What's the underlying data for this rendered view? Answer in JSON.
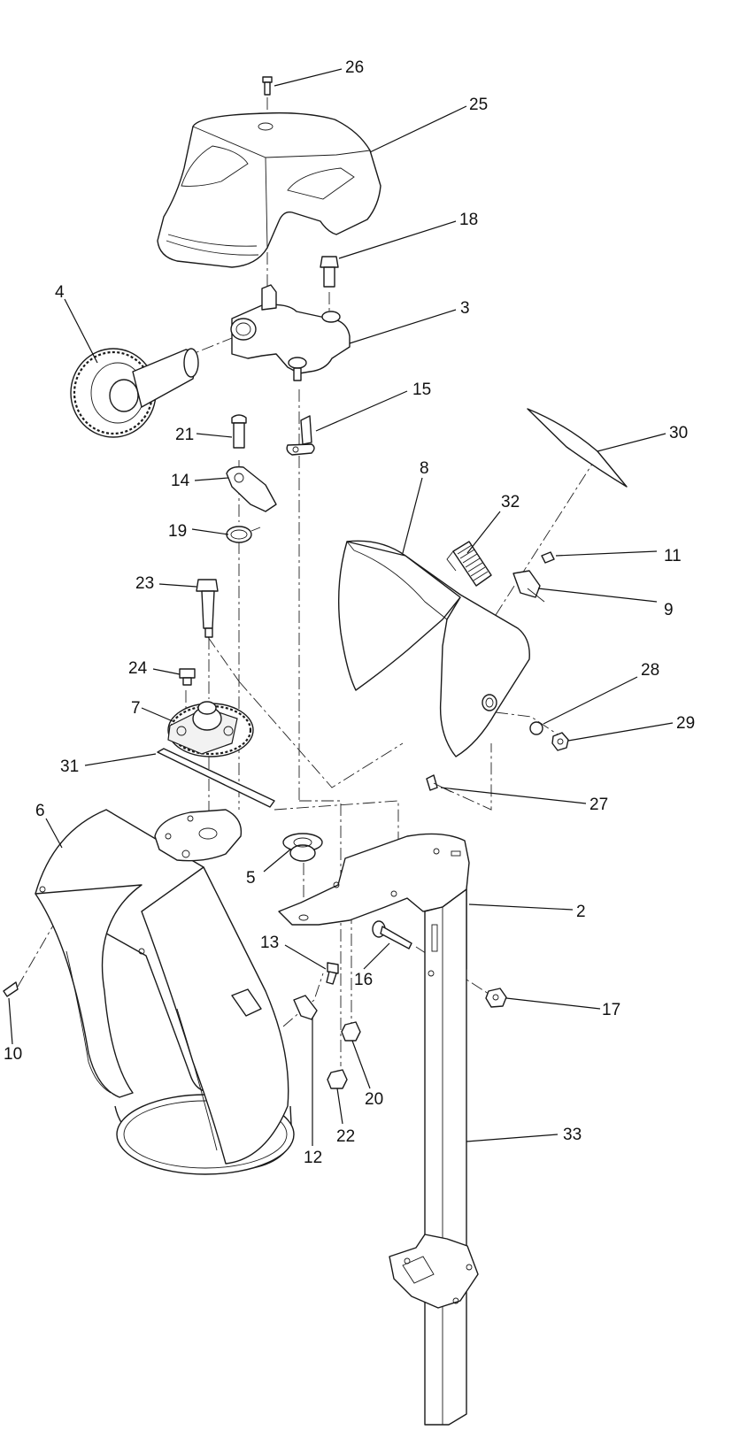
{
  "callouts": [
    {
      "id": "c26",
      "text": "26"
    },
    {
      "id": "c25",
      "text": "25"
    },
    {
      "id": "c18",
      "text": "18"
    },
    {
      "id": "c3",
      "text": "3"
    },
    {
      "id": "c4",
      "text": "4"
    },
    {
      "id": "c15",
      "text": "15"
    },
    {
      "id": "c21",
      "text": "21"
    },
    {
      "id": "c14",
      "text": "14"
    },
    {
      "id": "c30",
      "text": "30"
    },
    {
      "id": "c8",
      "text": "8"
    },
    {
      "id": "c32",
      "text": "32"
    },
    {
      "id": "c19",
      "text": "19"
    },
    {
      "id": "c11",
      "text": "11"
    },
    {
      "id": "c9",
      "text": "9"
    },
    {
      "id": "c23",
      "text": "23"
    },
    {
      "id": "c24",
      "text": "24"
    },
    {
      "id": "c28",
      "text": "28"
    },
    {
      "id": "c7",
      "text": "7"
    },
    {
      "id": "c29",
      "text": "29"
    },
    {
      "id": "c31",
      "text": "31"
    },
    {
      "id": "c27",
      "text": "27"
    },
    {
      "id": "c6",
      "text": "6"
    },
    {
      "id": "c5",
      "text": "5"
    },
    {
      "id": "c2",
      "text": "2"
    },
    {
      "id": "c13",
      "text": "13"
    },
    {
      "id": "c16",
      "text": "16"
    },
    {
      "id": "c17",
      "text": "17"
    },
    {
      "id": "c10",
      "text": "10"
    },
    {
      "id": "c20",
      "text": "20"
    },
    {
      "id": "c22",
      "text": "22"
    },
    {
      "id": "c12",
      "text": "12"
    },
    {
      "id": "c33",
      "text": "33"
    }
  ]
}
